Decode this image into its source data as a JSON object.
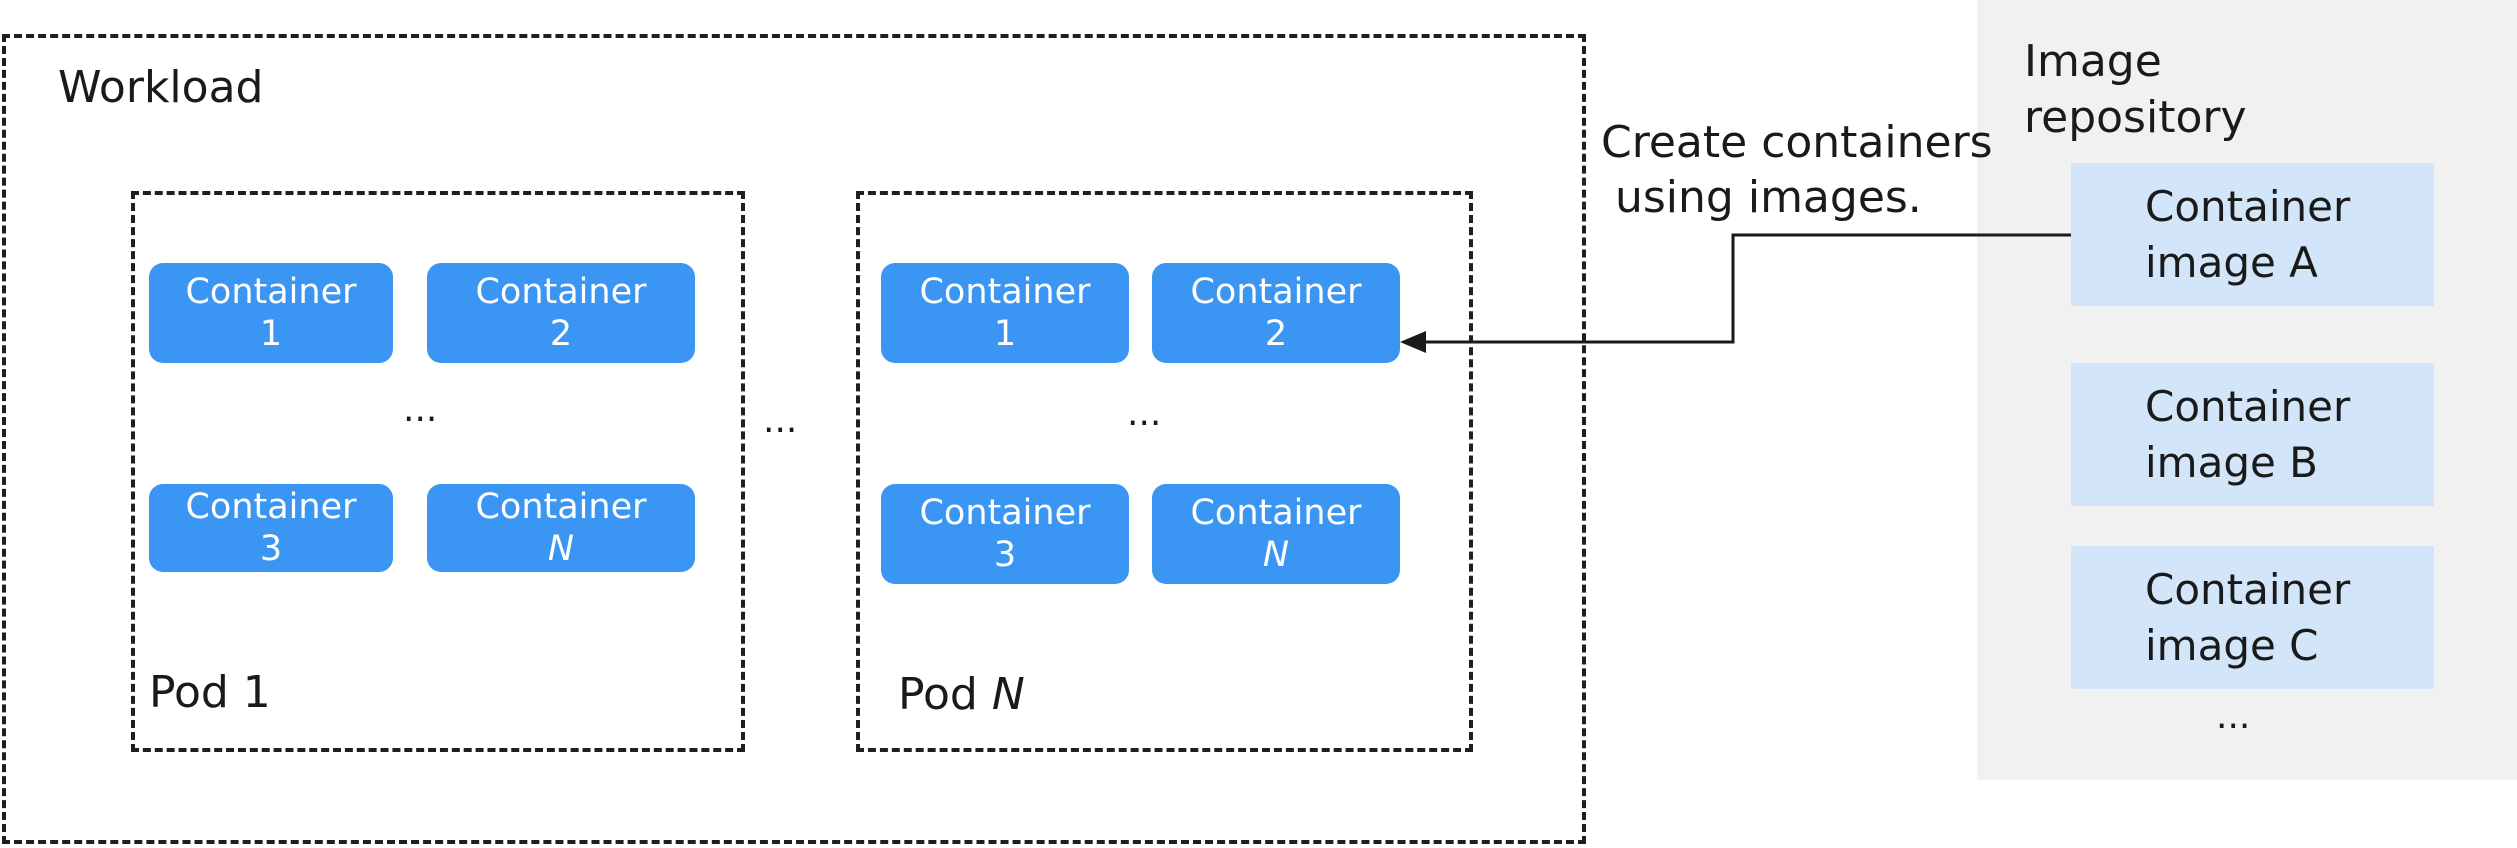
{
  "workload": {
    "title": "Workload",
    "between_pods_ellipsis": "..."
  },
  "pods": [
    {
      "label": "Pod 1",
      "label_italic": "",
      "containers": [
        {
          "line1": "Container",
          "line2": "1",
          "italic": false
        },
        {
          "line1": "Container",
          "line2": "2",
          "italic": false
        },
        {
          "line1": "Container",
          "line2": "3",
          "italic": false
        },
        {
          "line1": "Container",
          "line2": "N",
          "italic": true
        }
      ],
      "ellipsis": "..."
    },
    {
      "label": "Pod",
      "label_italic": "N",
      "containers": [
        {
          "line1": "Container",
          "line2": "1",
          "italic": false
        },
        {
          "line1": "Container",
          "line2": "2",
          "italic": false
        },
        {
          "line1": "Container",
          "line2": "3",
          "italic": false
        },
        {
          "line1": "Container",
          "line2": "N",
          "italic": true
        }
      ],
      "ellipsis": "..."
    }
  ],
  "arrow_label": {
    "line1": "Create containers",
    "line2": "using images."
  },
  "repository": {
    "title_line1": "Image",
    "title_line2": "repository",
    "images": [
      {
        "line1": "Container",
        "line2": "image A"
      },
      {
        "line1": "Container",
        "line2": "image B"
      },
      {
        "line1": "Container",
        "line2": "image C"
      }
    ],
    "ellipsis": "..."
  },
  "colors": {
    "container_fill": "#3a96f2",
    "image_fill": "#d3e6f9",
    "repository_panel": "#f1f1f1",
    "border": "#1f1f1f"
  }
}
